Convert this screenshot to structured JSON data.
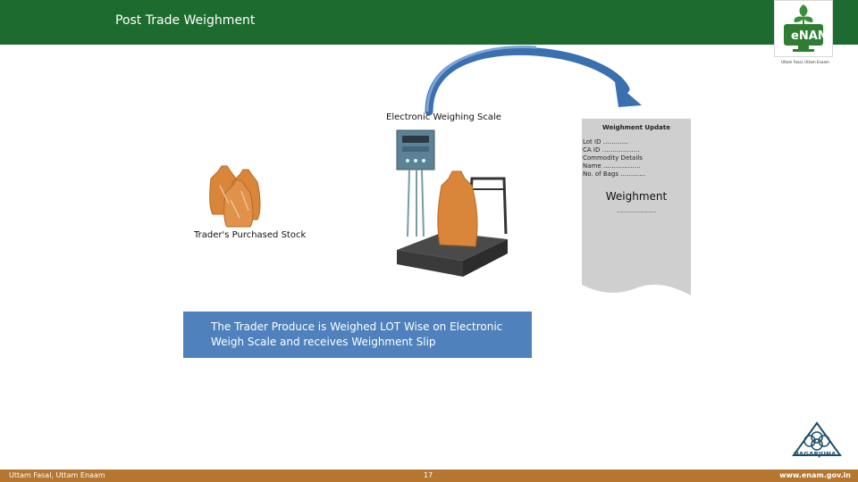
{
  "header": {
    "title": "Post Trade Weighment",
    "logo_text": "eNAM",
    "logo_tagline": "Uttam Fasal, Uttam Enaam"
  },
  "labels": {
    "scale": "Electronic Weighing Scale",
    "stock": "Trader's Purchased Stock"
  },
  "slip": {
    "title": "Weighment Update",
    "lines": [
      "Lot ID …………",
      "CA ID ………………",
      "Commodity Details",
      "Name ………………",
      "No. of Bags …………"
    ],
    "weighment_label": "Weighment",
    "weighment_value": "……………………"
  },
  "info_box": {
    "text": "The Trader Produce is Weighed LOT Wise on Electronic Weigh Scale and receives Weighment Slip"
  },
  "footer": {
    "left": "Uttam Fasal, Uttam Enaam",
    "page": "17",
    "right": "www.enam.gov.in",
    "partner_logo_text": "NAGARJUNA"
  },
  "colors": {
    "header_bg": "#1e6b30",
    "footer_bg": "#b5762f",
    "info_box_bg": "#4f81bd",
    "slip_bg": "#cfcfcf",
    "arrow": "#3a6fb0",
    "sack": "#d9863a"
  },
  "icons": {
    "logo": "enam-logo-icon",
    "partner": "nagarjuna-logo-icon",
    "arrow": "curved-arrow-icon",
    "sacks": "grain-sacks-icon",
    "scale": "weighing-scale-icon"
  }
}
